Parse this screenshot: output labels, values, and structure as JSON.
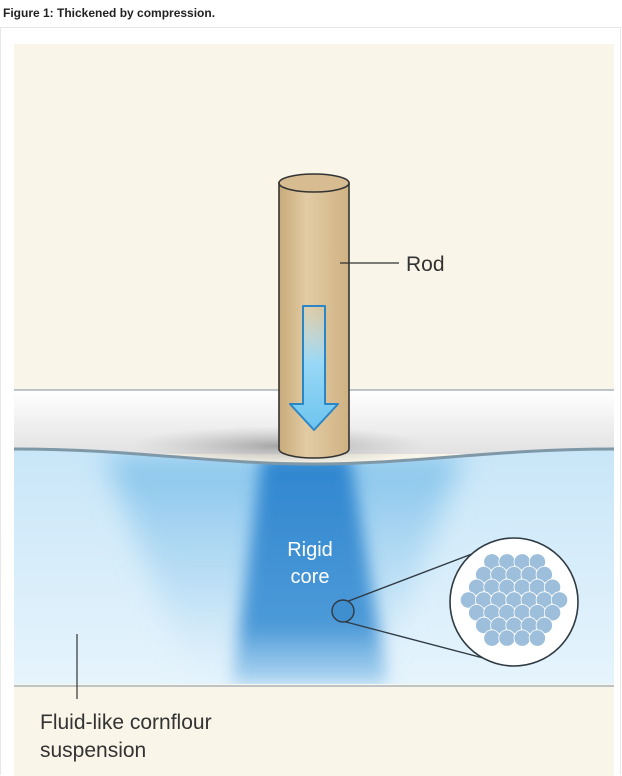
{
  "figure": {
    "caption": "Figure 1: Thickened by compression."
  },
  "labels": {
    "rod": "Rod",
    "core_line1": "Rigid",
    "core_line2": "core",
    "fluid_line1": "Fluid-like cornflour",
    "fluid_line2": "suspension"
  },
  "colors": {
    "background": "#f9f5e8",
    "rod": "#dcc49b",
    "rod_outline": "#333333",
    "arrow": "#7fcdf2",
    "fluid": "#d9eefa",
    "core": "#3e8fd0",
    "particles": "#9dbfdc"
  }
}
